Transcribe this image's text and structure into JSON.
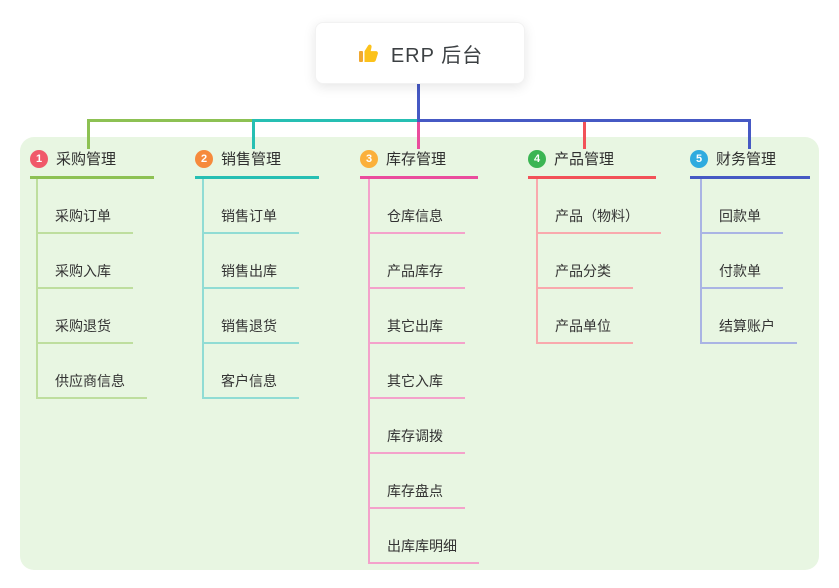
{
  "root": {
    "label": "ERP 后台",
    "icon": "thumbs-up-icon"
  },
  "colors": {
    "background": "#ffffff",
    "panel_bg": "#e8f6e2",
    "trunk": "#4659c4",
    "text": "#333333"
  },
  "branches": [
    {
      "index": "1",
      "label": "采购管理",
      "badge_color": "#f0596a",
      "line_color": "#8dc153",
      "sub_line_color": "#bede9e",
      "items": [
        "采购订单",
        "采购入库",
        "采购退货",
        "供应商信息"
      ]
    },
    {
      "index": "2",
      "label": "销售管理",
      "badge_color": "#f68a3c",
      "line_color": "#26bfb3",
      "sub_line_color": "#90dcd4",
      "items": [
        "销售订单",
        "销售出库",
        "销售退货",
        "客户信息"
      ]
    },
    {
      "index": "3",
      "label": "库存管理",
      "badge_color": "#fbb03b",
      "line_color": "#ea4c9d",
      "sub_line_color": "#f4a2cb",
      "items": [
        "仓库信息",
        "产品库存",
        "其它出库",
        "其它入库",
        "库存调拨",
        "库存盘点",
        "出库库明细"
      ]
    },
    {
      "index": "4",
      "label": "产品管理",
      "badge_color": "#3bb553",
      "line_color": "#f25158",
      "sub_line_color": "#f9a9ad",
      "items": [
        "产品（物料）",
        "产品分类",
        "产品单位"
      ]
    },
    {
      "index": "5",
      "label": "财务管理",
      "badge_color": "#2fabdf",
      "line_color": "#4659c4",
      "sub_line_color": "#aab4e4",
      "items": [
        "回款单",
        "付款单",
        "结算账户"
      ]
    }
  ]
}
